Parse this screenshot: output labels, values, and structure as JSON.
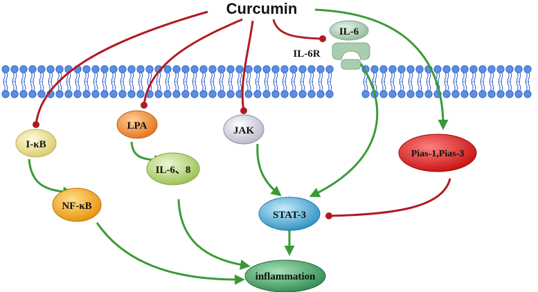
{
  "title": "Curcumin",
  "receptor_label": "IL-6R",
  "nodes": {
    "il6": {
      "label": "IL-6",
      "color": "#a9cdb0"
    },
    "ikb": {
      "label": "I-κB",
      "color": "#ede6a0"
    },
    "lpa": {
      "label": "LPA",
      "color": "#f08a2a"
    },
    "jak": {
      "label": "JAK",
      "color": "#dcdce8"
    },
    "pias": {
      "label": "Pias-1,Pias-3",
      "color": "#e02020"
    },
    "il68": {
      "label": "IL-6、8",
      "color": "#b9d779"
    },
    "nfkb": {
      "label": "NF-κB",
      "color": "#f3a91c"
    },
    "stat3": {
      "label": "STAT-3",
      "color": "#4ab3de"
    },
    "inflammation": {
      "label": "inflammation",
      "color": "#4bab6e"
    }
  },
  "colors": {
    "inhibit": "#b01b20",
    "activate": "#3a9a37",
    "membrane_head": "#5b8fe0",
    "membrane_tail": "#2a5cc8",
    "receptor": "#a9cdb0"
  },
  "edge_types": {
    "inhibit": "inhibition (round head)",
    "activate": "activation (arrow)"
  }
}
